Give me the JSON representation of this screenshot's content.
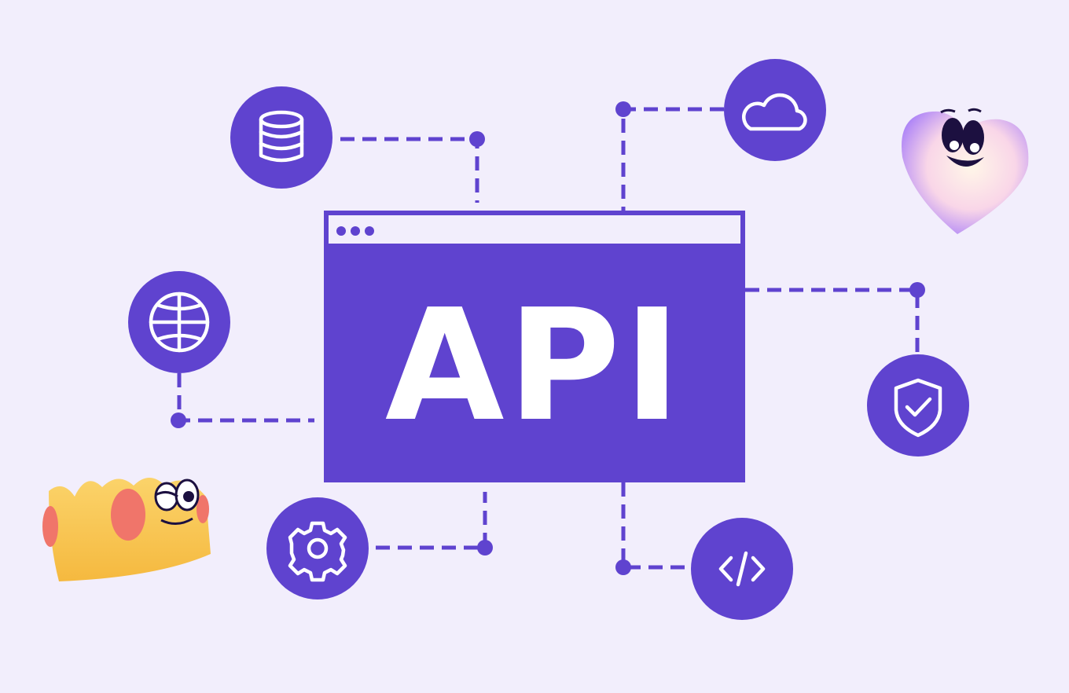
{
  "window": {
    "label": "API"
  },
  "nodes": [
    {
      "name": "database",
      "icon": "database-icon"
    },
    {
      "name": "cloud",
      "icon": "cloud-icon"
    },
    {
      "name": "globe",
      "icon": "globe-icon"
    },
    {
      "name": "shield",
      "icon": "shield-check-icon"
    },
    {
      "name": "settings",
      "icon": "gear-icon"
    },
    {
      "name": "code",
      "icon": "code-icon"
    }
  ],
  "colors": {
    "background": "#F2EEFC",
    "accent": "#5F43CF",
    "white": "#FFFFFF"
  }
}
